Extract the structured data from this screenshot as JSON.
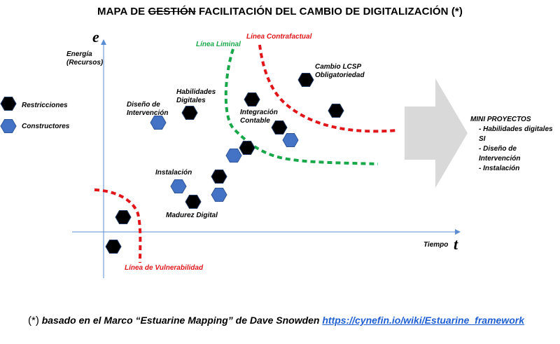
{
  "title": {
    "prefix": "MAPA DE ",
    "struck": "GESTIÓN",
    "rest": " FACILITACIÓN DEL CAMBIO DE DIGITALIZACIÓN (*)"
  },
  "axes": {
    "y_letter": "e",
    "y_label": "Energía\n(Recursos)",
    "x_letter": "t",
    "x_label": "Tiempo"
  },
  "legend": {
    "restricciones": "Restricciones",
    "constructores": "Constructores"
  },
  "lines": {
    "liminal": "Línea Liminal",
    "contrafactual": "Línea Contrafactual",
    "vulnerabilidad": "Línea de Vulnerabilidad"
  },
  "labels": {
    "cambio_lcsp": "Cambio LCSP\nObligatoriedad",
    "diseno": "Diseño de\nIntervención",
    "habilidades": "Habilidades\nDigitales",
    "integracion": "Integración\nContable",
    "instalacion": "Instalación",
    "madurez": "Madurez Digital"
  },
  "mini_proyectos": {
    "title": "MINI PROYECTOS",
    "items": [
      "Habilidades digitales SI",
      "Diseño de Intervención",
      "Instalación"
    ]
  },
  "footer": {
    "ast": "(*)",
    "text": " basado en el Marco “Estuarine Mapping” de Dave Snowden ",
    "link": "https://cynefin.io/wiki/Estuarine_framework"
  },
  "colors": {
    "restriccion": "#000000",
    "constructor": "#4472c4",
    "axis": "#5b8bd0",
    "liminal": "#18a84a",
    "contrafactual": "#e0161b",
    "arrow": "#d9d9d9"
  }
}
